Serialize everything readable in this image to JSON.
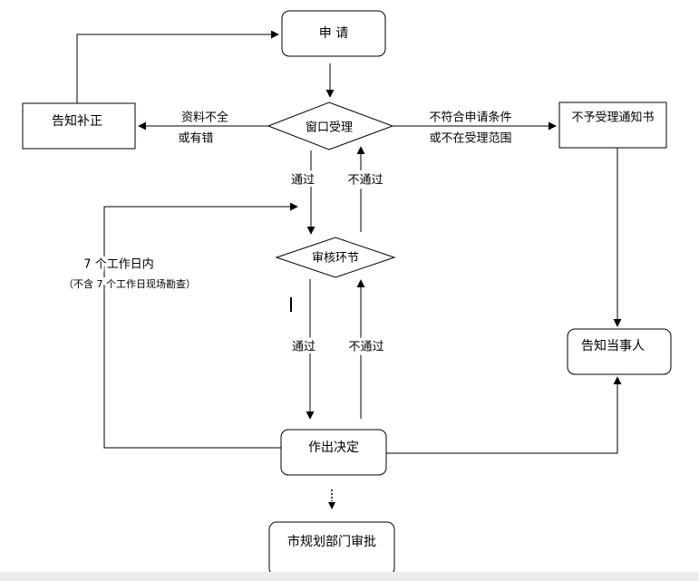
{
  "nodes": {
    "apply": "申 请",
    "correction_notice": "告知补正",
    "window_acceptance": "窗口受理",
    "rejection_notice": "不予受理通知书",
    "review": "审核环节",
    "inform_party": "告知当事人",
    "decision": "作出决定",
    "city_planning_approval": "市规划部门审批"
  },
  "labels": {
    "incomplete_line1": "资料不全",
    "incomplete_line2": "或有错",
    "not_eligible_line1": "不符合申请条件",
    "not_eligible_line2": "或不在受理范围",
    "pass_upper": "通过",
    "fail_upper": "不通过",
    "pass_lower": "通过",
    "fail_lower": "不通过",
    "deadline_line1": "7 个工作日内",
    "deadline_line2": "（不含 7 个工作日现场勘查）"
  }
}
